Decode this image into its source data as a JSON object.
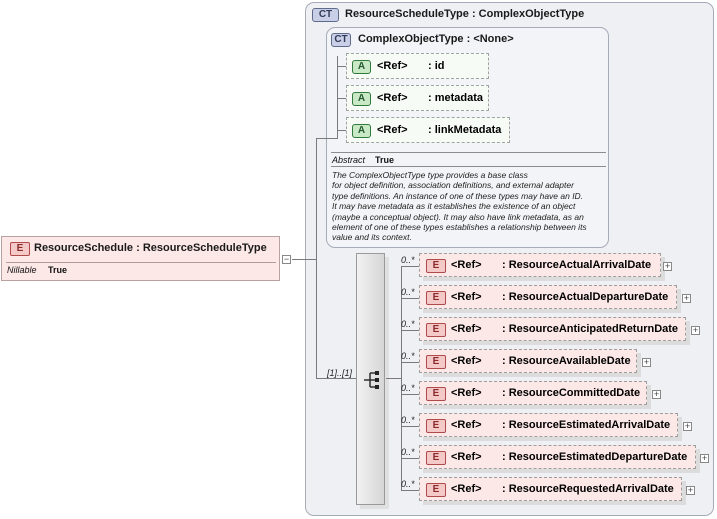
{
  "root_element": {
    "badge": "E",
    "label": "ResourceSchedule : ResourceScheduleType",
    "nillable_label": "Nillable",
    "nillable_value": "True"
  },
  "complex_type": {
    "badge": "CT",
    "title": "ResourceScheduleType : ComplexObjectType"
  },
  "base_type": {
    "badge": "CT",
    "title": "ComplexObjectType : <None>",
    "attributes": [
      {
        "badge": "A",
        "ref": "<Ref>",
        "name": ": id"
      },
      {
        "badge": "A",
        "ref": "<Ref>",
        "name": ": metadata"
      },
      {
        "badge": "A",
        "ref": "<Ref>",
        "name": ": linkMetadata"
      }
    ],
    "abstract_label": "Abstract",
    "abstract_value": "True",
    "documentation": "The ComplexObjectType type provides a base class\nfor object definition, association definitions, and external adapter\ntype definitions. An instance of one of these types may have an ID.\nIt may have metadata as it establishes the existence of an object\n(maybe a conceptual object). It may also have link metadata, as an\nelement of one of these types establishes a relationship between its\nvalue and its context."
  },
  "sequence": {
    "occurrence": "[1]..[1]"
  },
  "elements": [
    {
      "badge": "E",
      "ref": "<Ref>",
      "name": ": ResourceActualArrivalDate",
      "occurs": "0..*"
    },
    {
      "badge": "E",
      "ref": "<Ref>",
      "name": ": ResourceActualDepartureDate",
      "occurs": "0..*"
    },
    {
      "badge": "E",
      "ref": "<Ref>",
      "name": ": ResourceAnticipatedReturnDate",
      "occurs": "0..*"
    },
    {
      "badge": "E",
      "ref": "<Ref>",
      "name": ": ResourceAvailableDate",
      "occurs": "0..*"
    },
    {
      "badge": "E",
      "ref": "<Ref>",
      "name": ": ResourceCommittedDate",
      "occurs": "0..*"
    },
    {
      "badge": "E",
      "ref": "<Ref>",
      "name": ": ResourceEstimatedArrivalDate",
      "occurs": "0..*"
    },
    {
      "badge": "E",
      "ref": "<Ref>",
      "name": ": ResourceEstimatedDepartureDate",
      "occurs": "0..*"
    },
    {
      "badge": "E",
      "ref": "<Ref>",
      "name": ": ResourceRequestedArrivalDate",
      "occurs": "0..*"
    }
  ],
  "expand_symbol": "+",
  "collapse_symbol": "−"
}
